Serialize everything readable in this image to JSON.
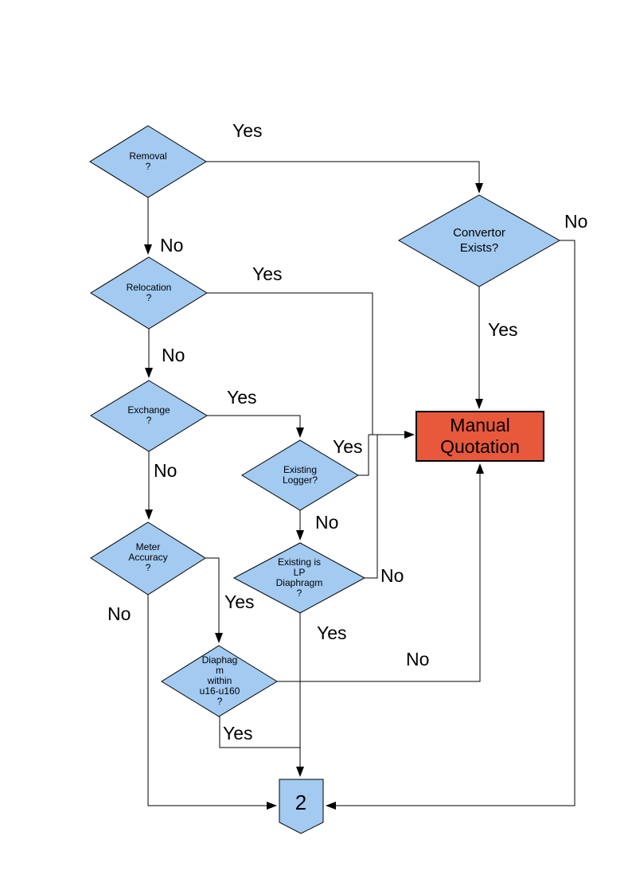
{
  "page": {
    "background": "#FFFFFF"
  },
  "diagram": {
    "type": "flowchart",
    "colors": {
      "decision_fill": "#A3CAF1",
      "decision_border": "#000000",
      "process_fill": "#E8583A",
      "process_border": "#000000",
      "offpage_fill": "#A3CAF1",
      "connector": "#000000",
      "label_text": "#000000"
    },
    "nodes": {
      "removal": {
        "type": "decision",
        "label": "Removal\n?"
      },
      "convertor": {
        "type": "decision",
        "label": "Convertor\nExists?"
      },
      "relocation": {
        "type": "decision",
        "label": "Relocation\n?"
      },
      "exchange": {
        "type": "decision",
        "label": "Exchange\n?"
      },
      "existing_logger": {
        "type": "decision",
        "label": "Existing\nLogger?"
      },
      "meter_accuracy": {
        "type": "decision",
        "label": "Meter\nAccuracy\n?"
      },
      "existing_lp": {
        "type": "decision",
        "label": "Existing is\nLP\nDiaphragm\n?"
      },
      "diaphragm_range": {
        "type": "decision",
        "label": "Diaphag\nm\nwithin\nu16-u160\n?"
      },
      "manual_quotation": {
        "type": "process",
        "label": "Manual\nQuotation"
      },
      "offpage_2": {
        "type": "offpage-connector",
        "label": "2"
      }
    },
    "edge_labels": {
      "removal_yes": "Yes",
      "removal_no": "No",
      "convertor_no": "No",
      "convertor_yes": "Yes",
      "relocation_yes": "Yes",
      "relocation_no": "No",
      "exchange_yes": "Yes",
      "exchange_no": "No",
      "logger_yes": "Yes",
      "logger_no": "No",
      "lp_no": "No",
      "lp_yes": "Yes",
      "meter_yes": "Yes",
      "meter_no": "No",
      "diaphragm_yes": "Yes",
      "diaphragm_no": "No"
    }
  }
}
